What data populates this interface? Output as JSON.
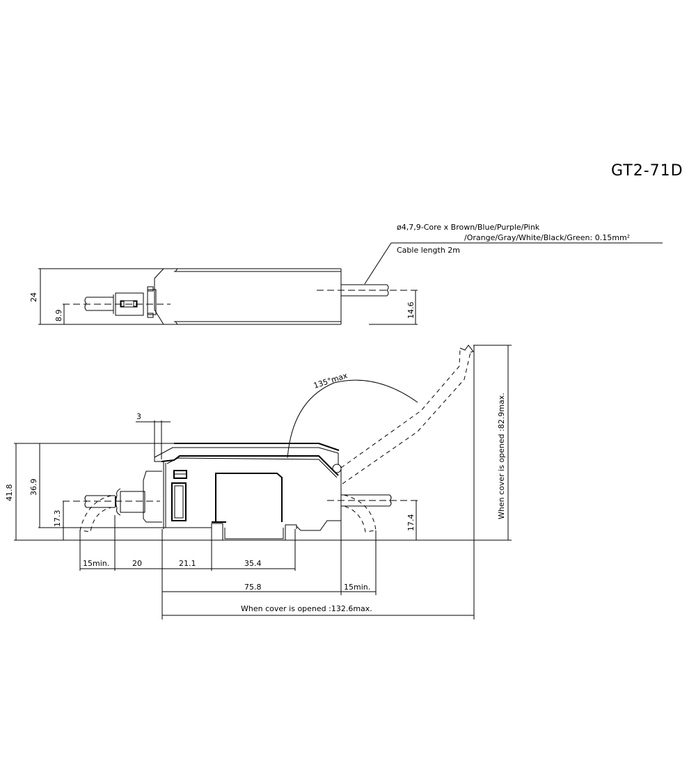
{
  "title": "GT2-71D",
  "cable_note": {
    "line1": "ø4,7,9-Core x Brown/Blue/Purple/Pink",
    "line2": "/Orange/Gray/White/Black/Green: 0.15mm²",
    "line3": "Cable length 2m"
  },
  "top_view": {
    "dim_height": "24",
    "dim_left_center": "8.9",
    "dim_right_center": "14.6"
  },
  "side_view": {
    "dim_3": "3",
    "dim_angle": "135°max",
    "dim_height_total": "41.8",
    "dim_height_body": "36.9",
    "dim_left_cable": "17.3",
    "dim_right_cable": "17.4",
    "dim_open_height": "When cover is opened :82.9max.",
    "dim_15min_left": "15min.",
    "dim_20": "20",
    "dim_21_1": "21.1",
    "dim_35_4": "35.4",
    "dim_75_8": "75.8",
    "dim_15min_right": "15min.",
    "dim_open_width": "When cover is opened :132.6max."
  }
}
